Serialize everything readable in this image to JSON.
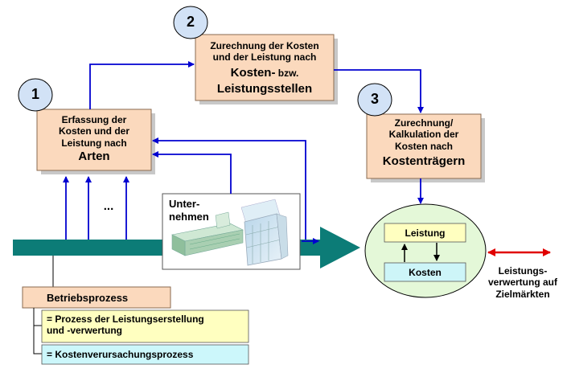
{
  "steps": [
    {
      "number": "1",
      "text_small": "Erfassung der\nKosten und der\nLeistung nach",
      "text_big": "Arten"
    },
    {
      "number": "2",
      "text_small": "Zurechnung der Kosten\nund der Leistung nach",
      "text_big_1": "Kosten-",
      "text_mid": " bzw.",
      "text_big_2": "Leistungsstellen"
    },
    {
      "number": "3",
      "text_small": "Zurechnung/\nKalkulation der\nKosten nach",
      "text_big": "Kostenträgern"
    }
  ],
  "ellipsis": "...",
  "company_label": "Unter-\nnehmen",
  "circle": {
    "leistung": "Leistung",
    "kosten": "Kosten"
  },
  "market_label": "Leistungs-\nverwertung auf\nZielmärkten",
  "legend": {
    "title": "Betriebsprozess",
    "item1": "= Prozess der Leistungserstellung\nund -verwertung",
    "item2": "= Kostenverursachungsprozess"
  },
  "colors": {
    "box_fill": "#fbd9bd",
    "box_border": "#8a6a50",
    "circle_num_fill": "#d2e2f6",
    "teal": "#0c7c77",
    "flow_arrow": "#0000d0",
    "big_circle_fill": "#e4f8d8",
    "leistung_fill": "#ffffc0",
    "kosten_fill": "#cdf5f8",
    "legend_yellow": "#ffffc0",
    "legend_cyan": "#ccf7fb",
    "market_arrow": "#e00000"
  }
}
